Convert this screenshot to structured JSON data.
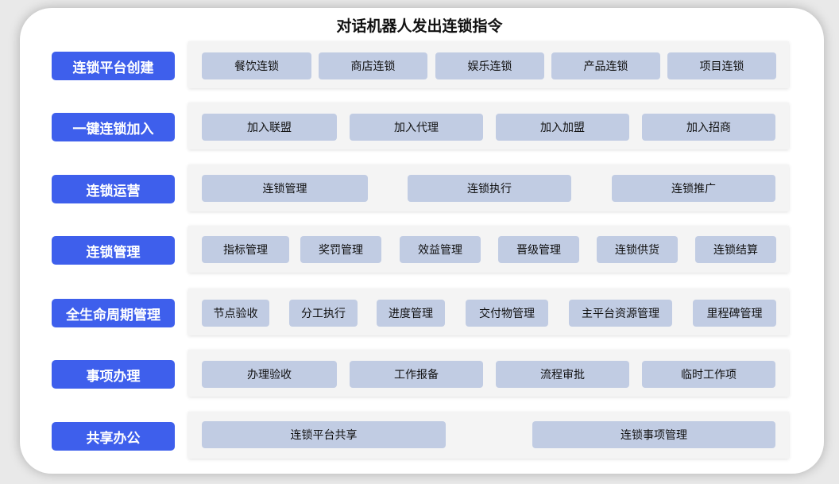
{
  "title": "对话机器人发出连锁指令",
  "rows": [
    {
      "label": "连锁平台创建",
      "items": [
        "餐饮连锁",
        "商店连锁",
        "娱乐连锁",
        "产品连锁",
        "项目连锁"
      ]
    },
    {
      "label": "一键连锁加入",
      "items": [
        "加入联盟",
        "加入代理",
        "加入加盟",
        "加入招商"
      ]
    },
    {
      "label": "连锁运营",
      "items": [
        "连锁管理",
        "连锁执行",
        "连锁推广"
      ]
    },
    {
      "label": "连锁管理",
      "items": [
        "指标管理",
        "奖罚管理",
        "效益管理",
        "晋级管理",
        "连锁供货",
        "连锁结算"
      ]
    },
    {
      "label": "全生命周期管理",
      "items": [
        "节点验收",
        "分工执行",
        "进度管理",
        "交付物管理",
        "主平台资源管理",
        "里程碑管理"
      ]
    },
    {
      "label": "事项办理",
      "items": [
        "办理验收",
        "工作报备",
        "流程审批",
        "临时工作项"
      ]
    },
    {
      "label": "共享办公",
      "items": [
        "连锁平台共享",
        "连锁事项管理"
      ]
    }
  ]
}
